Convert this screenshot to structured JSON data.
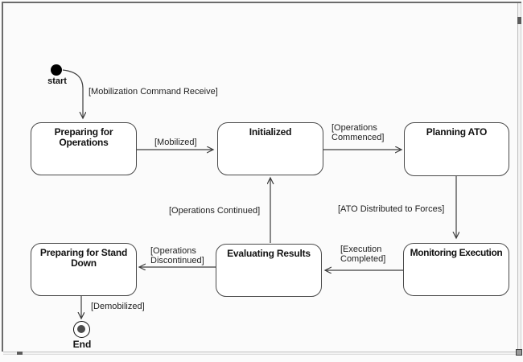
{
  "diagram": {
    "kind": "uml-state-diagram",
    "colors": {
      "edge": "#3d3d3d",
      "state_border": "#4a4a4a",
      "state_fill": "#ffffff",
      "text": "#1e1e1e",
      "canvas": "#fbfbfb",
      "frame": "#6b6b6b",
      "end_inner_fill": "#4d4d4d"
    },
    "start_node": {
      "label": "start"
    },
    "end_node": {
      "label": "End"
    },
    "states": {
      "preparing_operations": {
        "title": [
          "Preparing for",
          "Operations"
        ]
      },
      "initialized": {
        "title": [
          "Initialized"
        ]
      },
      "planning_ato": {
        "title": [
          "Planning ATO"
        ]
      },
      "monitoring_execution": {
        "title": [
          "Monitoring Execution"
        ]
      },
      "evaluating_results": {
        "title": [
          "Evaluating Results"
        ]
      },
      "preparing_stand_down": {
        "title": [
          "Preparing for Stand",
          "Down"
        ]
      }
    },
    "transitions": {
      "mobilization_command": {
        "label": "[Mobilization Command Receive]",
        "from": "start",
        "to": "preparing_operations"
      },
      "mobilized": {
        "label": "[Mobilized]",
        "from": "preparing_operations",
        "to": "initialized"
      },
      "operations_commenced": {
        "label": [
          "[Operations",
          "Commenced]"
        ],
        "from": "initialized",
        "to": "planning_ato"
      },
      "ato_distributed": {
        "label": "[ATO Distributed to Forces]",
        "from": "planning_ato",
        "to": "monitoring_execution"
      },
      "execution_completed": {
        "label": [
          "[Execution",
          "Completed]"
        ],
        "from": "monitoring_execution",
        "to": "evaluating_results"
      },
      "operations_continued": {
        "label": "[Operations Continued]",
        "from": "evaluating_results",
        "to": "initialized"
      },
      "operations_discontinued": {
        "label": [
          "[Operations",
          "Discontinued]"
        ],
        "from": "evaluating_results",
        "to": "preparing_stand_down"
      },
      "demobilized": {
        "label": "[Demobilized]",
        "from": "preparing_stand_down",
        "to": "end"
      }
    }
  }
}
